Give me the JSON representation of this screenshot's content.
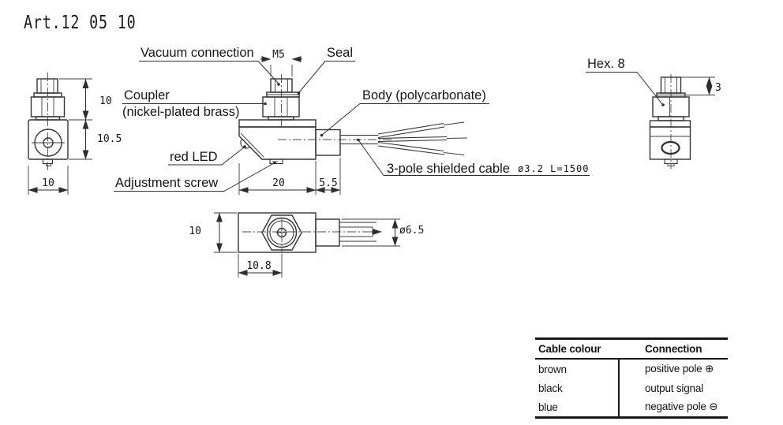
{
  "title": "Art.12 05 10",
  "labels": {
    "vacuum_connection": "Vacuum connection",
    "seal": "Seal",
    "coupler": "Coupler",
    "coupler_material": "(nickel-plated brass)",
    "body": "Body (polycarbonate)",
    "red_led": "red LED",
    "adjustment_screw": "Adjustment screw",
    "cable": "3-pole shielded cable",
    "cable_spec": "ø3.2 L=1500",
    "hex": "Hex. 8"
  },
  "dimensions": {
    "thread": "M5",
    "front_top_height": "10",
    "front_body_height": "10.5",
    "front_width": "10",
    "side_body_length": "20",
    "side_gland_length": "5.5",
    "thread_height": "3",
    "top_width": "10",
    "top_hex_offset": "10.8",
    "cable_od": "ø6.5"
  },
  "cable_table": {
    "headers": [
      "Cable colour",
      "Connection"
    ],
    "rows": [
      {
        "colour": "brown",
        "connection": "positive pole ⊕"
      },
      {
        "colour": "black",
        "connection": "output signal"
      },
      {
        "colour": "blue",
        "connection": "negative pole ⊖"
      }
    ]
  },
  "colors": {
    "line": "#333333",
    "text": "#161616",
    "background": "#ffffff"
  }
}
